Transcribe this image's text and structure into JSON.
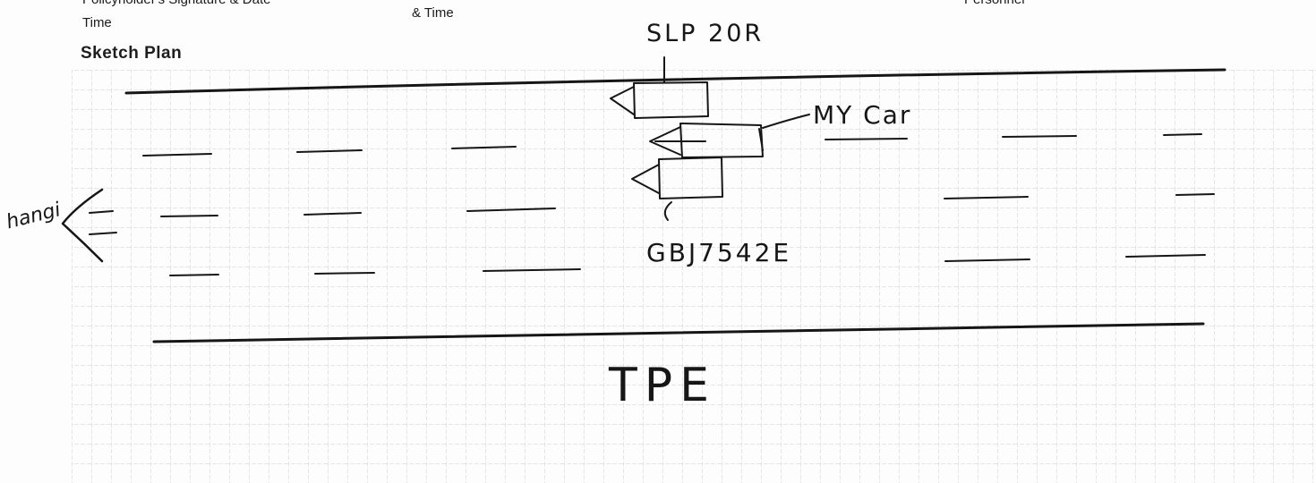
{
  "header": {
    "left_line1": "Policyholder's Signature & Date",
    "left_line2": "Time",
    "middle": "& Time",
    "right": "Personnel"
  },
  "section_title": "Sketch Plan",
  "sketch": {
    "labels": {
      "top_vehicle": "SLP 20R",
      "my_car": "MY Car",
      "bottom_vehicle": "GBJ7542E",
      "direction": "hangi",
      "expressway": "TPE"
    },
    "vehicles": [
      "top-vehicle",
      "my-car",
      "bottom-vehicle"
    ],
    "ink_color": "#161616",
    "grid_color": "#c9c9c9"
  }
}
